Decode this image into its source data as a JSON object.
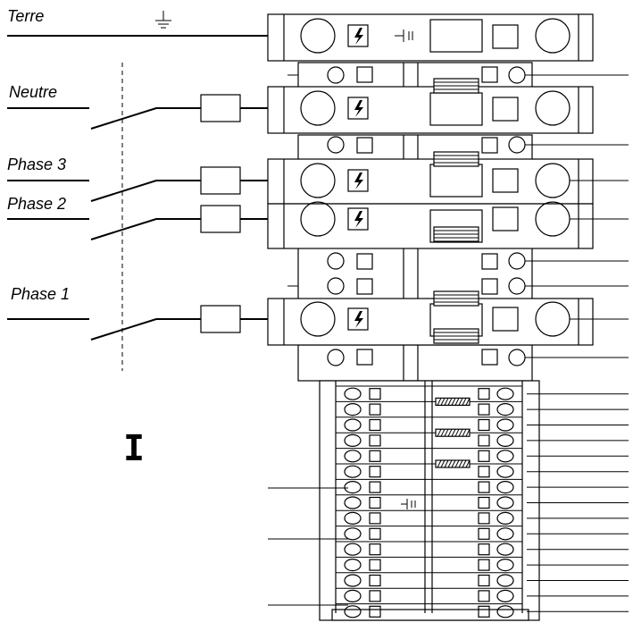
{
  "labels": {
    "earth": "Terre",
    "neutral": "Neutre",
    "phase3": "Phase 3",
    "phase2": "Phase 2",
    "phase1": "Phase 1",
    "section_mark": "I"
  },
  "icons": {
    "earth_symbol": "earth-ground-icon",
    "voltage": "lightning-bolt-icon",
    "capacitor": "capacitor-icon"
  },
  "colors": {
    "line": "#000000",
    "background": "#ffffff"
  }
}
